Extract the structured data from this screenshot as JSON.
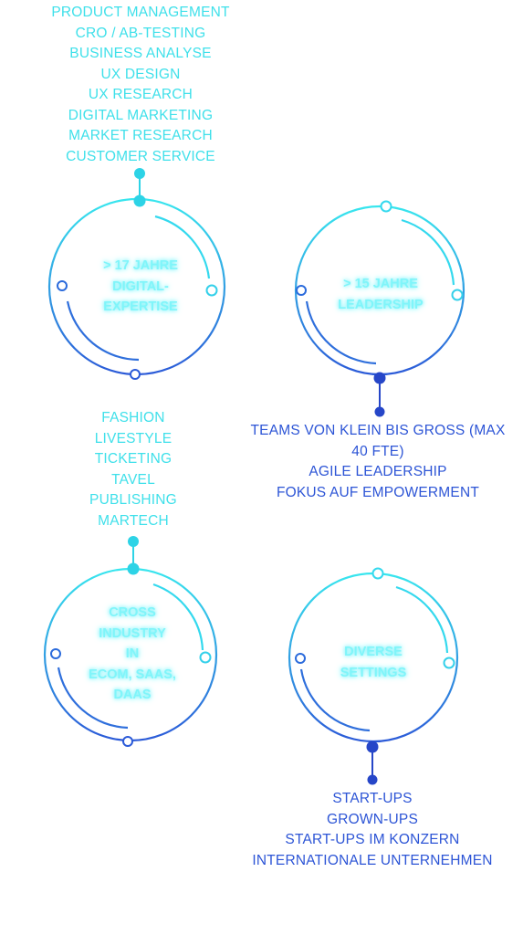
{
  "top_list": [
    "PRODUCT MANAGEMENT",
    "CRO / AB-TESTING",
    "BUSINESS ANALYSE",
    "UX DESIGN",
    "UX RESEARCH",
    "DIGITAL MARKETING",
    "MARKET RESEARCH",
    "CUSTOMER SERVICE"
  ],
  "circle_1": [
    "> 17 JAHRE",
    "DIGITAL-",
    "EXPERTISE"
  ],
  "circle_2": [
    "> 15 JAHRE",
    "LEADERSHIP"
  ],
  "right_list": [
    "TEAMS VON KLEIN BIS GROSS (MAX",
    "40 FTE)",
    "AGILE LEADERSHIP",
    "FOKUS AUF EMPOWERMENT"
  ],
  "left_list": [
    "FASHION",
    "LIVESTYLE",
    "TICKETING",
    "TAVEL",
    "PUBLISHING",
    "MARTECH"
  ],
  "circle_3": [
    "CROSS",
    "INDUSTRY",
    "IN",
    "ECOM, SAAS,",
    "DAAS"
  ],
  "circle_4": [
    "DIVERSE",
    "SETTINGS"
  ],
  "bottom_list": [
    "START-UPS",
    "GROWN-UPS",
    "START-UPS IM KONZERN",
    "INTERNATIONALE UNTERNEHMEN"
  ],
  "colors": {
    "cyan": "#3fe0ea",
    "blue": "#2d55d6",
    "glow": "#7ff5fa"
  }
}
